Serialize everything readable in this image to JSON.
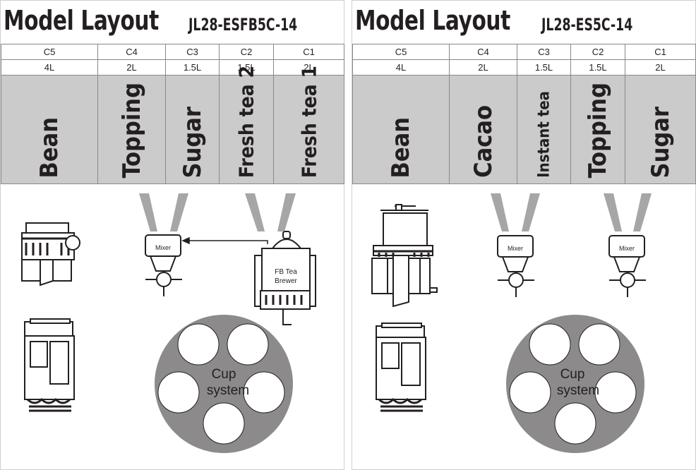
{
  "panels": [
    {
      "title": "Model Layout",
      "model": "JL28-ESFB5C-14",
      "positions": [
        "C5",
        "C4",
        "C3",
        "C2",
        "C1"
      ],
      "capacities": [
        "4L",
        "2L",
        "1.5L",
        "1.5L",
        "2L"
      ],
      "ingredients": [
        "Bean",
        "Topping",
        "Sugar",
        "Fresh tea 2",
        "Fresh tea 1"
      ],
      "mixer_label": "Mixer",
      "brewer_label_line1": "FB Tea",
      "brewer_label_line2": "Brewer",
      "cup_label_line1": "Cup",
      "cup_label_line2": "system"
    },
    {
      "title": "Model Layout",
      "model": "JL28-ES5C-14",
      "positions": [
        "C5",
        "C4",
        "C3",
        "C2",
        "C1"
      ],
      "capacities": [
        "4L",
        "2L",
        "1.5L",
        "1.5L",
        "2L"
      ],
      "ingredients": [
        "Bean",
        "Cacao",
        "Instant tea",
        "Topping",
        "Sugar"
      ],
      "mixer_label": "Mixer",
      "cup_label_line1": "Cup",
      "cup_label_line2": "system"
    }
  ],
  "colors": {
    "ingredient_band": "#cbcbcb",
    "chute": "#a6a6a6",
    "cup_disc": "#8c8a8b",
    "line": "#231f20"
  }
}
